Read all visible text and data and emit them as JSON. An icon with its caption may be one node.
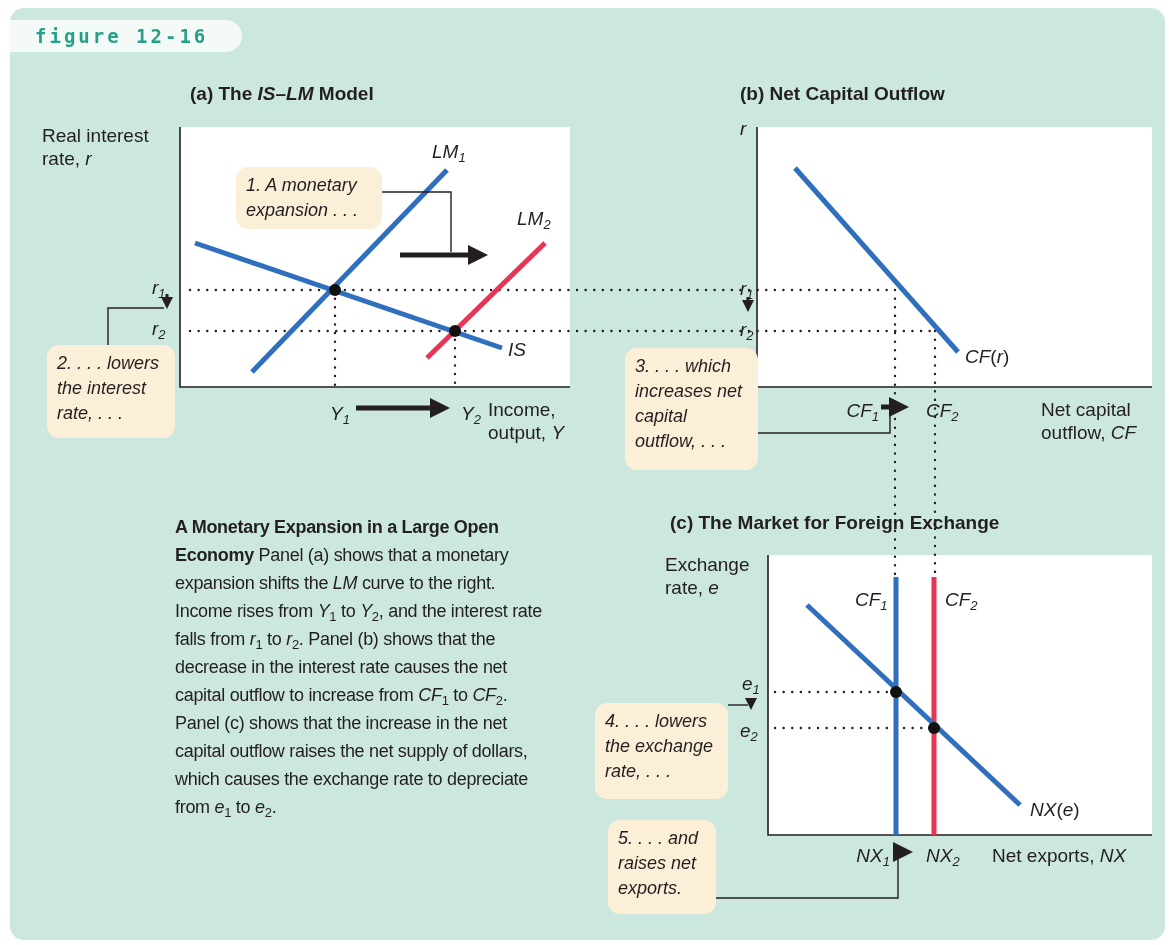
{
  "diagram": {
    "title": "figure 12-16",
    "caption": "**A Monetary Expansion in a Large Open Economy** Panel (a) shows that a monetary expansion shifts the *LM* curve to the right. Income rises from *Y*$_{1}$ to *Y*$_{2}$, and the interest rate falls from *r*$_{1}$ to *r*$_{2}$. Panel (b) shows that the decrease in the interest rate causes the net capital outflow to increase from *CF*$_{1}$ to *CF*$_{2}$. Panel (c) shows that the increase in the net capital outflow raises the net supply of dollars, which causes the exchange rate to depreciate from *e*$_{1}$ to *e*$_{2}$.",
    "nodes": [
      {
        "text": [
          "1. A monetary expansion . . ."
        ]
      },
      {
        "text": [
          "2. . . . lowers the interest rate, . . ."
        ]
      },
      {
        "text": [
          "3. . . . which increases net capital outflow, . . ."
        ]
      },
      {
        "text": [
          "4. . . . lowers the exchange rate, . . ."
        ]
      },
      {
        "text": [
          "5. . . . and raises net exports."
        ]
      },
      {
        "text": [],
        "shape": "arrow"
      },
      {
        "text": [],
        "shape": "arrow"
      },
      {
        "text": [],
        "shape": "arrow"
      },
      {
        "text": [],
        "shape": "arrow"
      },
      {
        "text": [],
        "shape": "arrow"
      }
    ],
    "edges": [
      {
        "from": 0,
        "to": 5,
        "arrow": "none"
      },
      {
        "from": 1,
        "to": 6,
        "arrow": "none"
      },
      {
        "from": 2,
        "to": 7,
        "arrow": "none"
      },
      {
        "from": 3,
        "to": 8,
        "arrow": "none"
      },
      {
        "from": 4,
        "to": 9,
        "arrow": "none"
      }
    ],
    "labels": [
      "(a) The *IS*–*LM* Model",
      "(b) Net Capital Outflow",
      "Real interest rate, *r*",
      "r",
      "LM$_{1}$",
      "LM$_{2}$",
      "r$_{1}$",
      "r$_{2}$",
      "IS",
      "r$_{1}$",
      "r$_{2}$",
      "*CF*(*r*)",
      "Y$_{1}$",
      "Y$_{2}$",
      "Income, output, *Y*",
      "CF$_{1}$",
      "CF$_{2}$",
      "Net capital outflow, *CF*",
      "(c) The Market for Foreign Exchange",
      "Exchange rate, *e*",
      "CF$_{1}$",
      "CF$_{2}$",
      "e$_{1}$",
      "e$_{2}$",
      "*NX*(*e*)",
      "NX$_{1}$",
      "NX$_{2}$",
      "Net exports, *NX*"
    ]
  }
}
